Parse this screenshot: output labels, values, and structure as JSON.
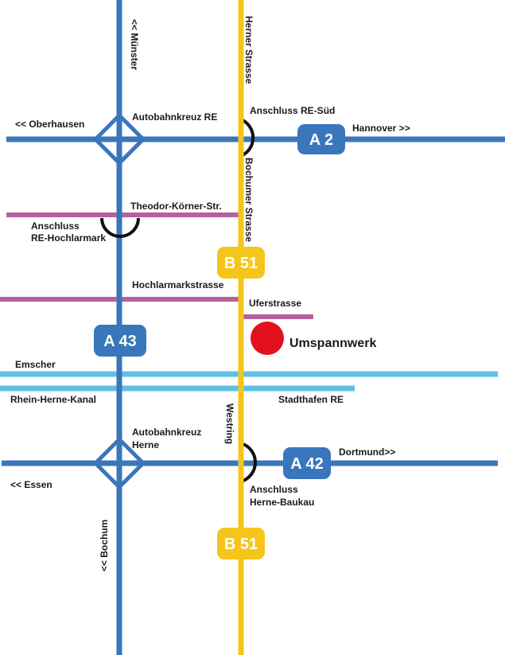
{
  "colors": {
    "autobahn": "#3a76bb",
    "bundesstrasse": "#f5c51c",
    "street": "#b5609e",
    "water": "#5ec1e8",
    "interchange_arc": "#111111",
    "site_marker": "#e2101c",
    "text": "#1a1a1a",
    "shield_text": "#ffffff"
  },
  "labels": {
    "muenster": "<< Münster",
    "herner_strasse": "Herner Strasse",
    "oberhausen": "<< Oberhausen",
    "autobahnkreuz_re": "Autobahnkreuz RE",
    "anschluss_re_sued": "Anschluss RE-Süd",
    "hannover": "Hannover >>",
    "bochumer_strasse": "Bochumer Strasse",
    "theodor_koerner": "Theodor-Körner-Str.",
    "anschluss_hochlarmark_1": "Anschluss",
    "anschluss_hochlarmark_2": "RE-Hochlarmark",
    "hochlarmarkstrasse": "Hochlarmarkstrasse",
    "uferstrasse": "Uferstrasse",
    "umspannwerk": "Umspannwerk",
    "emscher": "Emscher",
    "rhein_herne_kanal": "Rhein-Herne-Kanal",
    "stadthafen": "Stadthafen RE",
    "westring": "Westring",
    "autobahnkreuz_herne_1": "Autobahnkreuz",
    "autobahnkreuz_herne_2": "Herne",
    "dortmund": "Dortmund>>",
    "essen": "<< Essen",
    "anschluss_baukau_1": "Anschluss",
    "anschluss_baukau_2": "Herne-Baukau",
    "bochum": "<< Bochum"
  },
  "shields": {
    "a2": "A 2",
    "a43": "A 43",
    "a42": "A 42",
    "b51_top": "B 51",
    "b51_bottom": "B 51"
  }
}
